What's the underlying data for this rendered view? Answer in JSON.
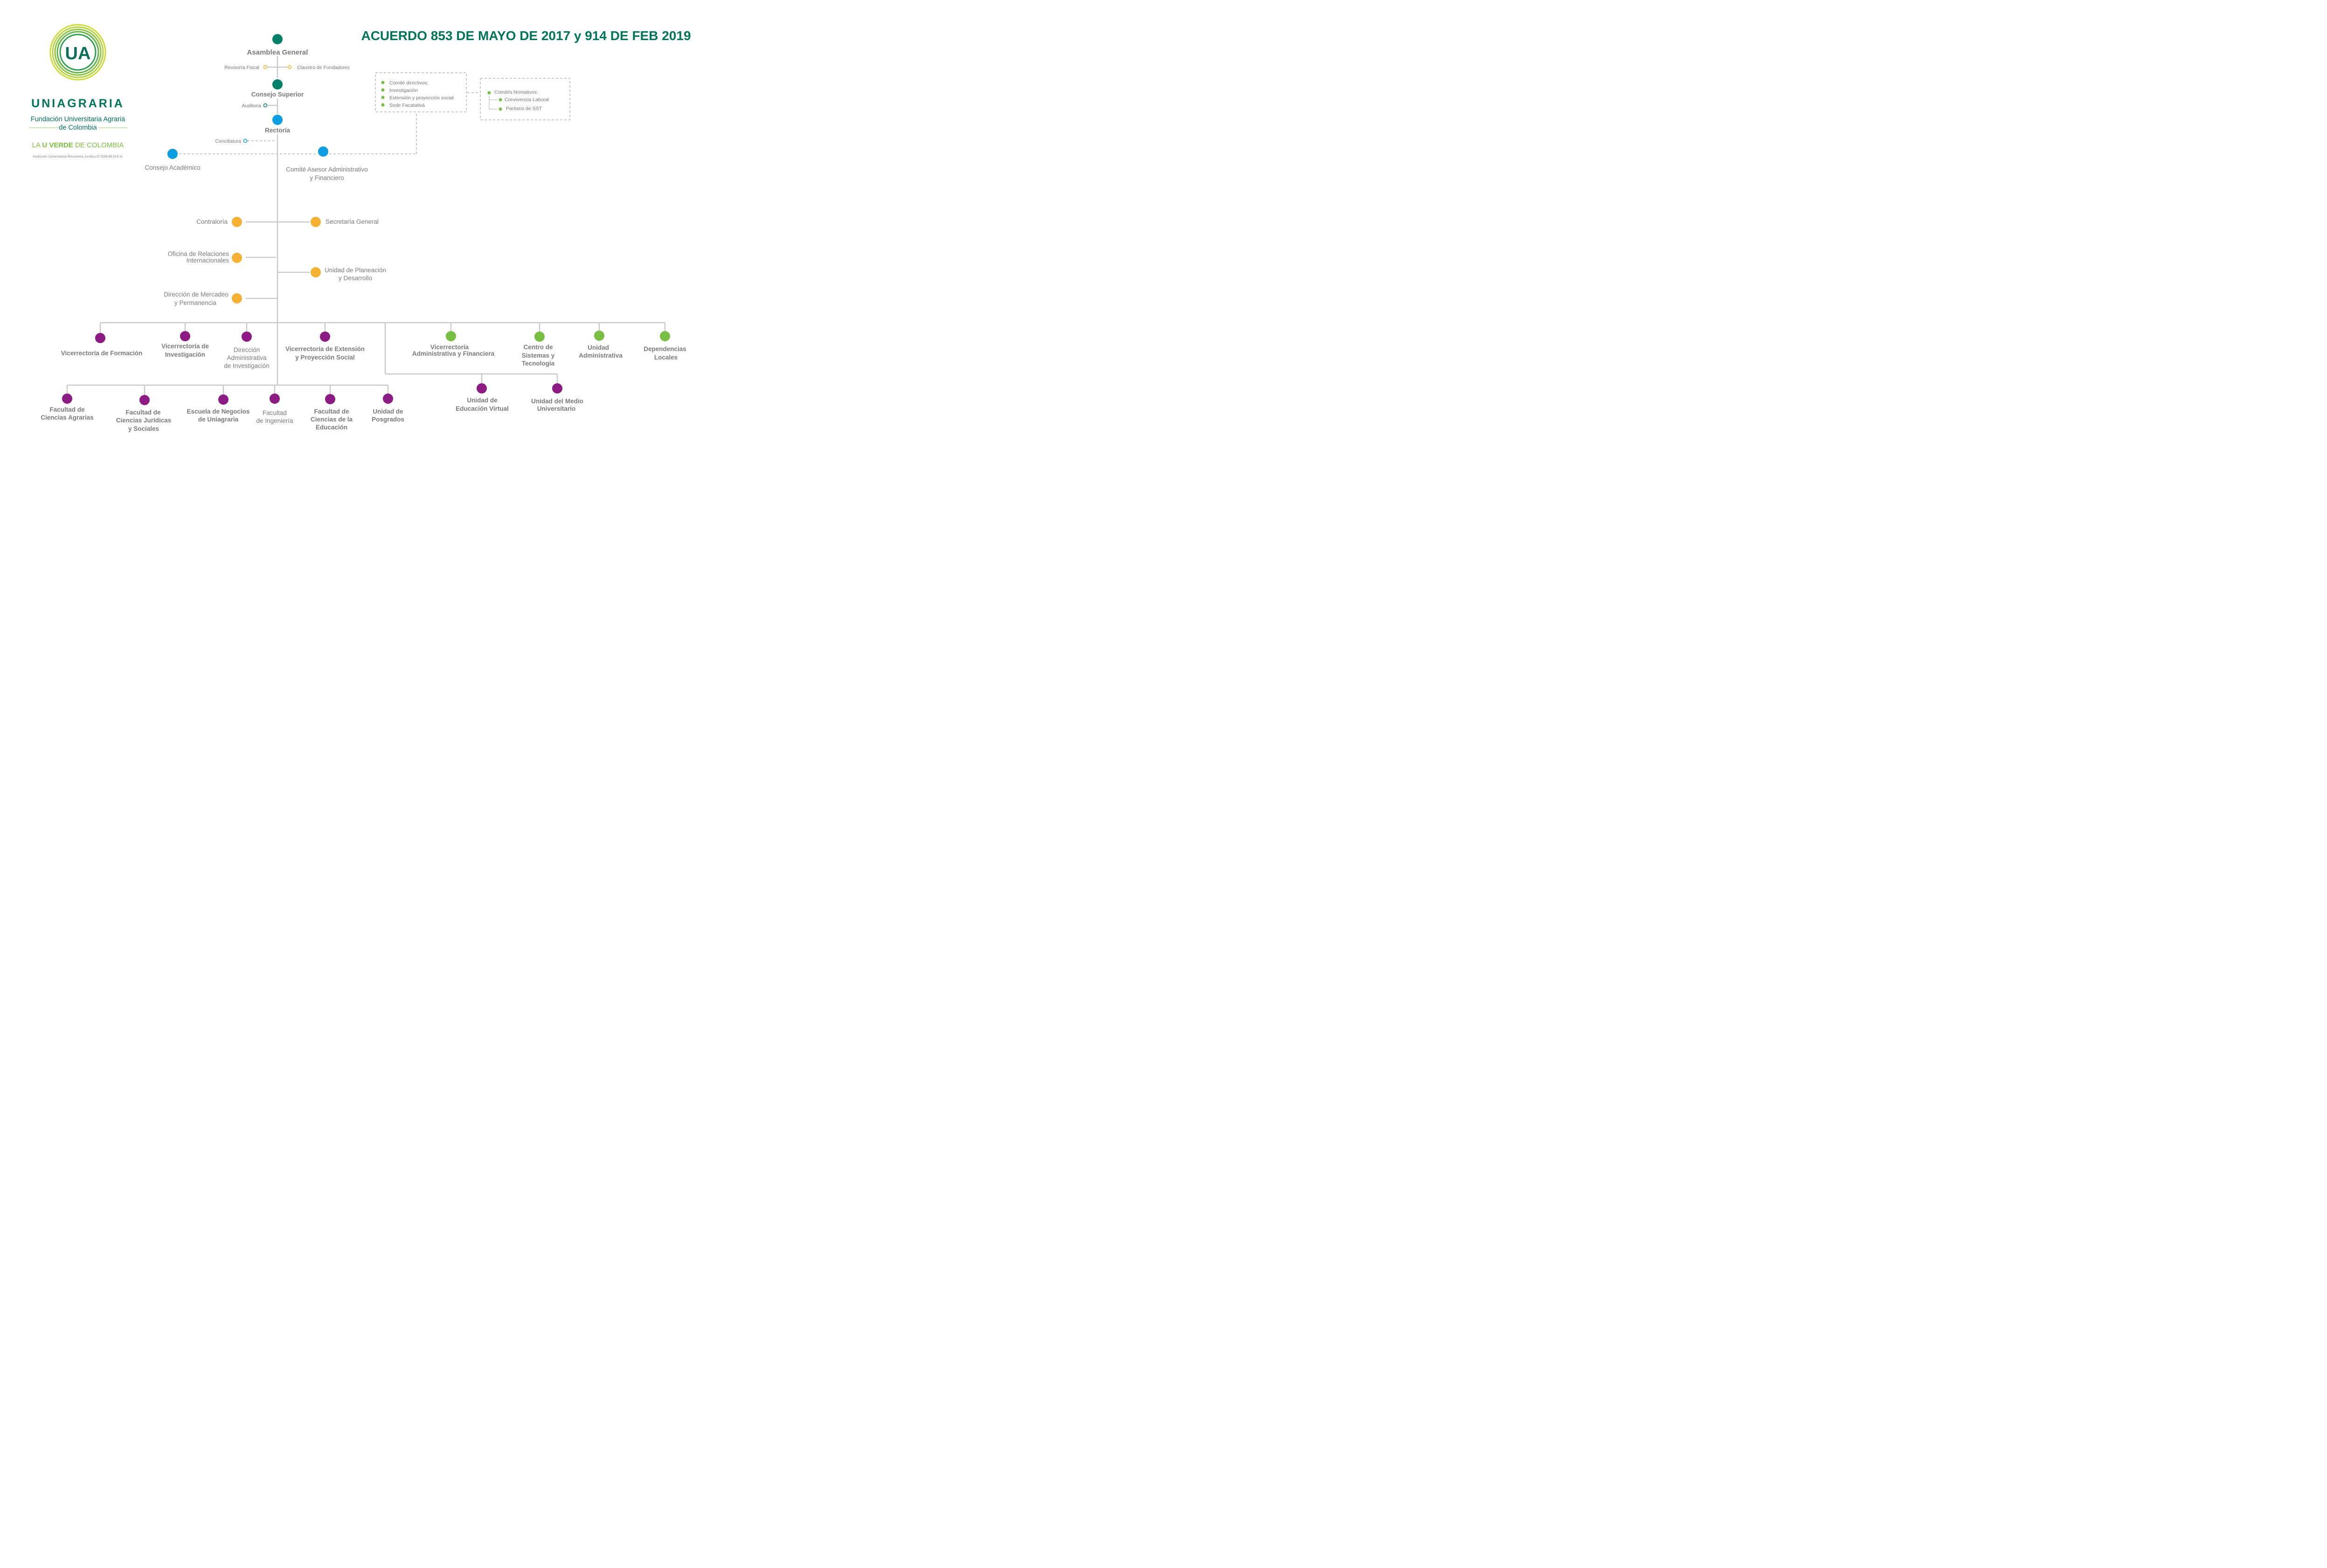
{
  "header": {
    "title": "ACUERDO 853  DE  MAYO DE 2017 y 914 DE FEB 2019"
  },
  "brand": {
    "logo_initials": "UA",
    "name": "UNIAGRARIA",
    "subtitle_line1": "Fundación Universitaria Agraria",
    "subtitle_line2": "de Colombia",
    "tagline_pre": "LA ",
    "tagline_bold": "U VERDE",
    "tagline_post": " DE COLOMBIA",
    "legal": "Institución Universitaria Personería Jurídica N°2599-86 M.E.N."
  },
  "colors": {
    "title_green": "#00755a",
    "governance_green": "#00806a",
    "blue": "#0b9ee3",
    "orange": "#f6b134",
    "purple": "#8c1c83",
    "light_green": "#77be43",
    "connector_gray": "#c9c9c9"
  },
  "governance": {
    "asamblea": "Asamblea General",
    "revisoria": "Revisoría Fiscal",
    "claustro": "Claustro de Fundadores",
    "consejo_superior": "Consejo Superior",
    "auditoria": "Auditoria",
    "rectoria": "Rectoría",
    "conciliatura": "Conciliatura"
  },
  "advisory": {
    "consejo_academico": "Consejo Académico",
    "comite_asesor_l1": "Comité Asesor Administrativo",
    "comite_asesor_l2": "y Financiero"
  },
  "committees_box": {
    "items": [
      "Comité directivos:",
      "Investigación",
      "Extensión y proyección social",
      "Sede Facatativá"
    ]
  },
  "normative_box": {
    "title": "Comités Nomativos:",
    "items": [
      "Convivencia Laboral",
      "Paritario de SST"
    ]
  },
  "staff": {
    "contraloria": "Contraloría",
    "secretaria": "Secretaría General",
    "ori_l1": "Oficina de Relaciones",
    "ori_l2": "Internacionales",
    "planeacion_l1": "Unidad de Planeación",
    "planeacion_l2": "y Desarrollo",
    "mercadeo_l1": "Dirección de Mercadeo",
    "mercadeo_l2": "y Permanencia"
  },
  "units": {
    "formacion": "Vicerrectoría de Formación",
    "investigacion_l1": "Vicerrectoría de",
    "investigacion_l2": "Investigación",
    "dir_inv_l1": "Dirección",
    "dir_inv_l2": "Administrativa",
    "dir_inv_l3": "de Investigación",
    "extension_l1": "Vicerrectoría de Extensión",
    "extension_l2": "y Proyección Social",
    "vadmin_l1": "Vicerrectoría",
    "vadmin_l2": "Administrativa y Financiera",
    "sistemas_l1": "Centro de",
    "sistemas_l2": "Sistemas y",
    "sistemas_l3": "Tecnología",
    "uadmin_l1": "Unidad",
    "uadmin_l2": "Administrativa",
    "locales_l1": "Dependencias",
    "locales_l2": "Locales"
  },
  "faculties": {
    "agrarias_l1": "Facultad de",
    "agrarias_l2": "Ciencias Agrarias",
    "juridicas_l1": "Facultad de",
    "juridicas_l2": "Ciencias Jurídicas",
    "juridicas_l3": "y Sociales",
    "negocios_l1": "Escuela de Negocios",
    "negocios_l2": "de Uniagraria",
    "ingenieria_l1": "Facultad",
    "ingenieria_l2": "de Ingeniería",
    "educacion_l1": "Facultad de",
    "educacion_l2": "Ciencias de la",
    "educacion_l3": "Educación",
    "posgrados_l1": "Unidad de",
    "posgrados_l2": "Posgrados",
    "virtual_l1": "Unidad de",
    "virtual_l2": "Educación Virtual",
    "medio_l1": "Unidad del Medio",
    "medio_l2": "Universitario"
  }
}
